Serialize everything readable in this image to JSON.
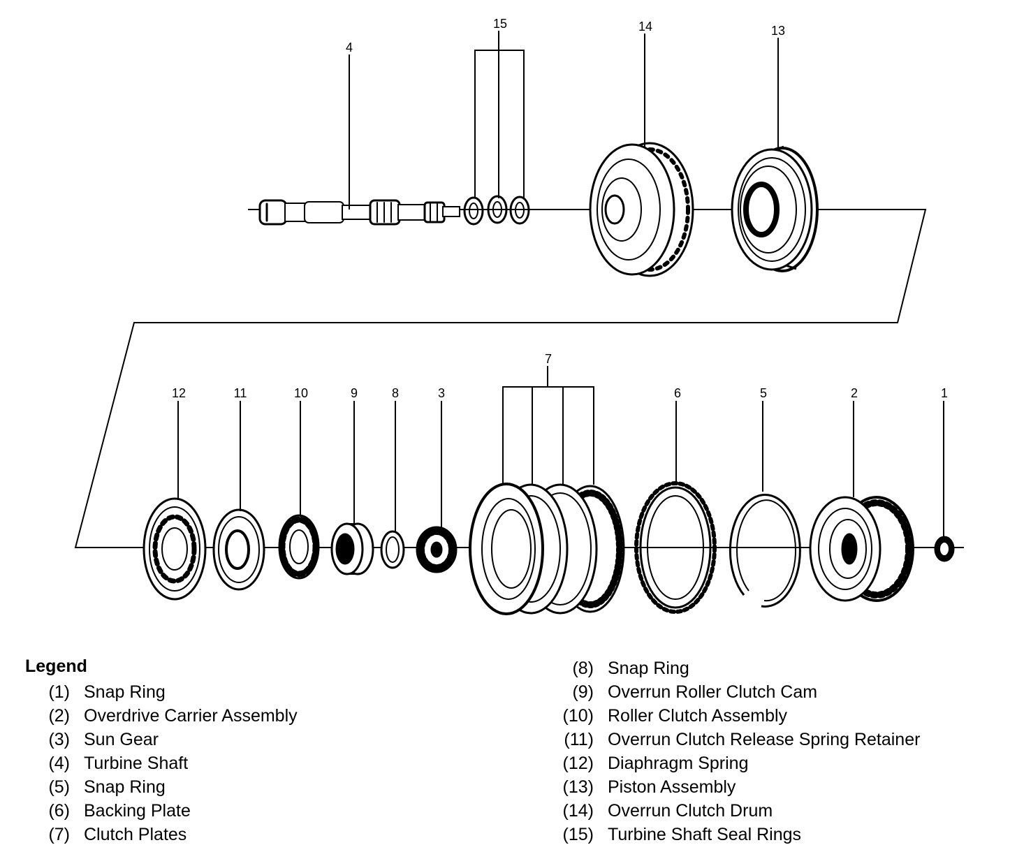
{
  "callouts": {
    "c1": "1",
    "c2": "2",
    "c3": "3",
    "c4": "4",
    "c5": "5",
    "c6": "6",
    "c7": "7",
    "c8": "8",
    "c9": "9",
    "c10": "10",
    "c11": "11",
    "c12": "12",
    "c13": "13",
    "c14": "14",
    "c15": "15"
  },
  "legend": {
    "title": "Legend",
    "left": [
      {
        "num": "(1)",
        "label": "Snap Ring"
      },
      {
        "num": "(2)",
        "label": "Overdrive Carrier Assembly"
      },
      {
        "num": "(3)",
        "label": "Sun Gear"
      },
      {
        "num": "(4)",
        "label": "Turbine Shaft"
      },
      {
        "num": "(5)",
        "label": "Snap Ring"
      },
      {
        "num": "(6)",
        "label": "Backing Plate"
      },
      {
        "num": "(7)",
        "label": "Clutch Plates"
      }
    ],
    "right": [
      {
        "num": "(8)",
        "label": "Snap Ring"
      },
      {
        "num": "(9)",
        "label": "Overrun Roller Clutch Cam"
      },
      {
        "num": "(10)",
        "label": "Roller Clutch Assembly"
      },
      {
        "num": "(11)",
        "label": "Overrun Clutch Release Spring Retainer"
      },
      {
        "num": "(12)",
        "label": "Diaphragm Spring"
      },
      {
        "num": "(13)",
        "label": "Piston Assembly"
      },
      {
        "num": "(14)",
        "label": "Overrun Clutch Drum"
      },
      {
        "num": "(15)",
        "label": "Turbine Shaft Seal Rings"
      }
    ]
  }
}
